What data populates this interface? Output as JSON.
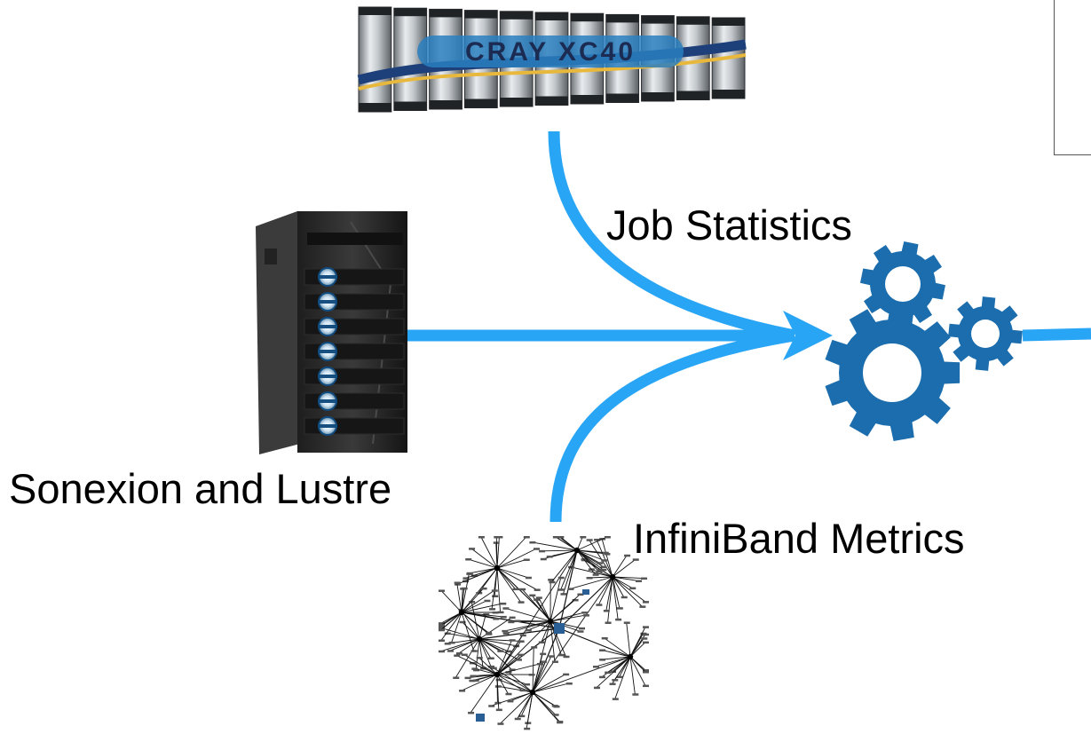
{
  "labels": {
    "job_statistics": "Job Statistics",
    "sonexion_lustre": "Sonexion and Lustre",
    "infiniband_metrics": "InfiniBand Metrics"
  },
  "logo_text": "CRAY XC40",
  "colors": {
    "arrow": "#29A5F5",
    "gear": "#1B6DAD",
    "text": "#000000"
  },
  "icons": [
    "cray-xc40-supercomputer-icon",
    "sonexion-storage-rack-icon",
    "infiniband-network-graph-icon",
    "processing-gears-icon"
  ]
}
